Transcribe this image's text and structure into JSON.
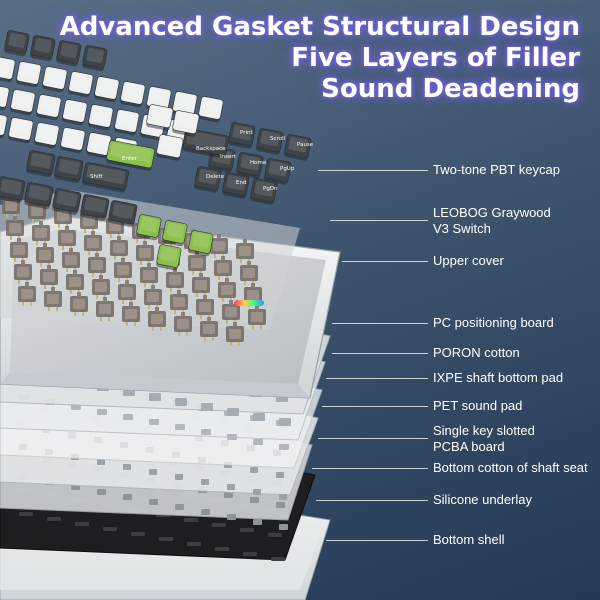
{
  "headline": {
    "line1": "Advanced  Gasket Structural Design",
    "line2": "Five Layers of Filler",
    "line3": "Sound Deadening"
  },
  "colors": {
    "background_top": "#5a6f86",
    "background_bottom": "#243a55",
    "glow": "#6c5ce0",
    "keycap_dark": "#3d4347",
    "keycap_white": "#eef0f0",
    "keycap_green": "#8cc04d",
    "plate_gray": "#c9ccd0",
    "shell_white": "#f2f4f5"
  },
  "components": [
    {
      "label": "Two-tone PBT keycap"
    },
    {
      "label": "LEOBOG Graywood\nV3 Switch"
    },
    {
      "label": "Upper cover"
    },
    {
      "label": "PC positioning board"
    },
    {
      "label": "PORON cotton"
    },
    {
      "label": "IXPE shaft bottom pad"
    },
    {
      "label": "PET sound pad"
    },
    {
      "label": "Single key slotted\nPCBA board"
    },
    {
      "label": "Bottom cotton of shaft seat"
    },
    {
      "label": "Silicone underlay"
    },
    {
      "label": "Bottom shell"
    }
  ],
  "keycap_legends": {
    "backspace": "Backspace",
    "enter": "Enter",
    "shift": "Shift",
    "print": "Print",
    "scroll": "Scroll",
    "pause": "Pause",
    "insert": "Insert",
    "home": "Home",
    "pgup": "PgUp",
    "delete": "Delete",
    "end": "End",
    "pgdn": "PgDn"
  }
}
